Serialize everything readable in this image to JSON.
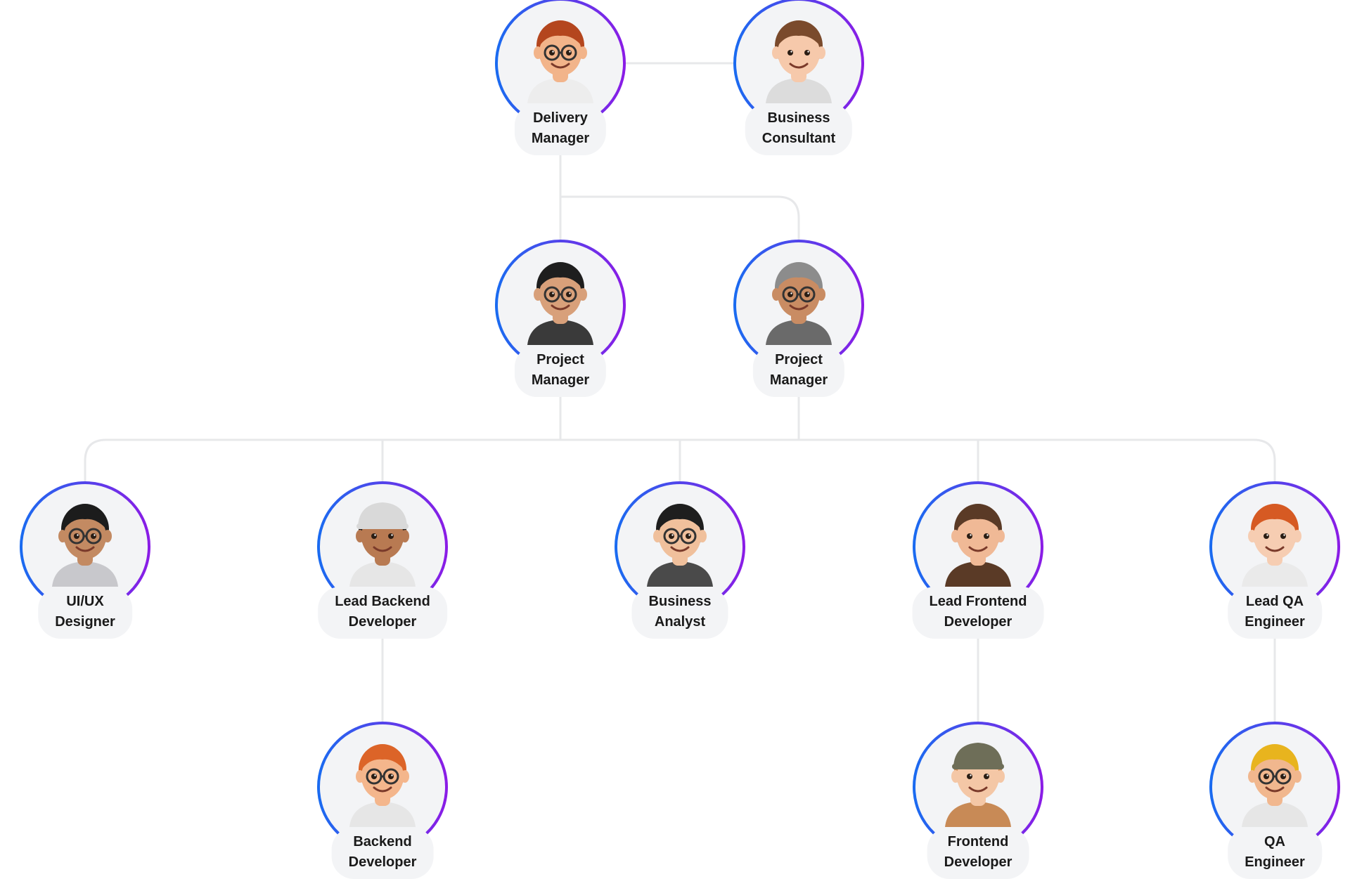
{
  "colors": {
    "ring_start": "#1a6bf0",
    "ring_end": "#8a1ce6",
    "connector": "#e7e8ea",
    "label_bg": "#f3f4f6",
    "avatar_bg": "#f3f4f6",
    "text": "#1a1a1a"
  },
  "nodes": [
    {
      "id": "delivery-manager",
      "line1": "Delivery",
      "line2": "Manager",
      "avatar": "memoji-red-beard-glasses-thumbs-up",
      "skin": "#f2b48a",
      "hair": "#b4461e",
      "outfit": "#ededed",
      "glasses": true,
      "hat": ""
    },
    {
      "id": "business-consultant",
      "line1": "Business",
      "line2": "Consultant",
      "avatar": "memoji-brunette-heart-hands",
      "skin": "#f6c9ab",
      "hair": "#7a4a2c",
      "outfit": "#dcdcdc",
      "glasses": false,
      "hat": ""
    },
    {
      "id": "project-manager-1",
      "line1": "Project",
      "line2": "Manager",
      "avatar": "memoji-dark-hair-waving",
      "skin": "#d8a07a",
      "hair": "#1e1e1e",
      "outfit": "#3a3a3a",
      "glasses": true,
      "hat": ""
    },
    {
      "id": "project-manager-2",
      "line1": "Project",
      "line2": "Manager",
      "avatar": "memoji-grey-hair-glasses",
      "skin": "#c98c63",
      "hair": "#8c8c8c",
      "outfit": "#6a6a6a",
      "glasses": true,
      "hat": ""
    },
    {
      "id": "ui-ux-designer",
      "line1": "UI/UX",
      "line2": "Designer",
      "avatar": "memoji-bun-laptop",
      "skin": "#c38a62",
      "hair": "#1c1c1c",
      "outfit": "#c8c8cc",
      "glasses": true,
      "hat": ""
    },
    {
      "id": "lead-backend-developer",
      "line1": "Lead Backend",
      "line2": "Developer",
      "avatar": "memoji-beanie-presenting",
      "skin": "#b87a52",
      "hair": "#1e1e1e",
      "outfit": "#e6e6e6",
      "glasses": false,
      "hat": "#d9d9d9"
    },
    {
      "id": "business-analyst",
      "line1": "Business",
      "line2": "Analyst",
      "avatar": "memoji-beard-peace-sign",
      "skin": "#f0c09c",
      "hair": "#1e1e1e",
      "outfit": "#4a4a4a",
      "glasses": true,
      "hat": ""
    },
    {
      "id": "lead-frontend-developer",
      "line1": "Lead Frontend",
      "line2": "Developer",
      "avatar": "memoji-beard-winking",
      "skin": "#f0b996",
      "hair": "#5a3a26",
      "outfit": "#5a3a26",
      "glasses": false,
      "hat": ""
    },
    {
      "id": "lead-qa-engineer",
      "line1": "Lead QA",
      "line2": "Engineer",
      "avatar": "memoji-curly-red-heart-hands",
      "skin": "#f6cdb2",
      "hair": "#d65a23",
      "outfit": "#eaeaea",
      "glasses": false,
      "hat": ""
    },
    {
      "id": "backend-developer",
      "line1": "Backend",
      "line2": "Developer",
      "avatar": "memoji-ginger-glasses-smiling",
      "skin": "#f4b68c",
      "hair": "#dc6428",
      "outfit": "#e6e6e6",
      "glasses": true,
      "hat": ""
    },
    {
      "id": "frontend-developer",
      "line1": "Frontend",
      "line2": "Developer",
      "avatar": "memoji-cap-long-hair",
      "skin": "#f4c7a6",
      "hair": "#c88a56",
      "outfit": "#c88a56",
      "glasses": false,
      "hat": "#6e6e58"
    },
    {
      "id": "qa-engineer",
      "line1": "QA",
      "line2": "Engineer",
      "avatar": "memoji-blond-glasses",
      "skin": "#f1b78e",
      "hair": "#e8b41e",
      "outfit": "#e6e6e6",
      "glasses": true,
      "hat": ""
    }
  ]
}
